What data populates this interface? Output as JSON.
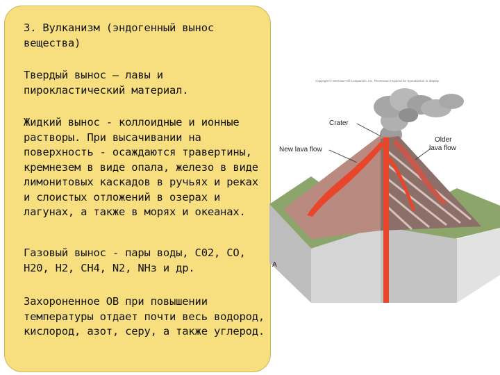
{
  "text": {
    "p1": "3. Вулканизм (эндогенный вынос вещества)",
    "p2": "Твердый вынос – лавы и пирокластический материал.",
    "p3": "Жидкий вынос - коллоидные и ионные растворы. При высачивании на поверхность - осаждаются травертины, кремнезем в виде опала, железо в виде лимонитовых каскадов в ручьях и реках и слоистых отложений в озерах и лагунах, а также в морях и океанах.",
    "p4": "Газовый вынос - пары воды, C02, CO, H20, H2, CH4, N2, NНз и др.",
    "p5": "Захороненное ОВ при повышении температуры отдает почти весь водород, кислород, азот, серу, а также углерод."
  },
  "figure": {
    "copyright": "Copyright © McGraw-Hill Companies, Inc. Permission required for reproduction or display.",
    "labels": {
      "crater": "Crater",
      "new_lava": "New lava flow",
      "older_lava_1": "Older",
      "older_lava_2": "lava flow",
      "fragment": "A"
    }
  },
  "colors": {
    "card": "#f7df80",
    "lava": "#e8452a",
    "cone": "#b88a80",
    "block": "#cfcfcf",
    "grass": "#8ba56a",
    "smoke": "#a9a9a9"
  }
}
